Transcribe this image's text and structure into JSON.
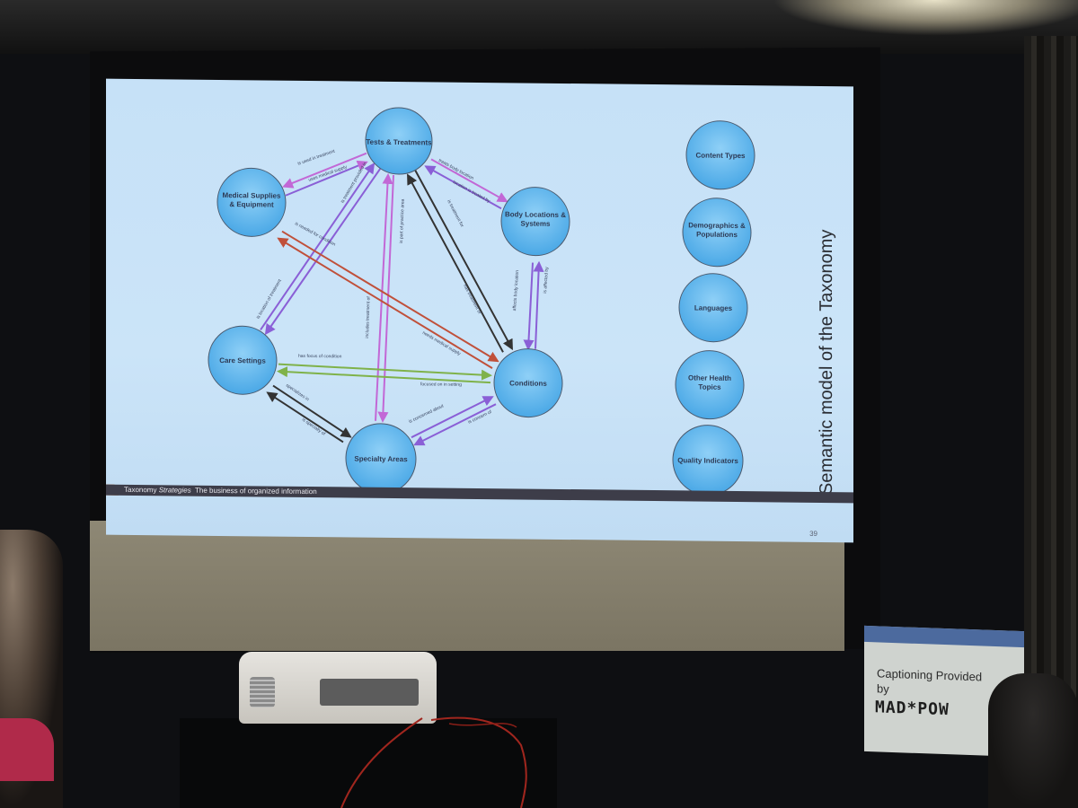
{
  "slide": {
    "title": "Semantic model of the Taxonomy",
    "footer_brand": "Taxonomy",
    "footer_brand_italic": "Strategies",
    "footer_tagline": "The business of organized information",
    "page_number": "39",
    "graph_nodes": [
      "Tests & Treatments",
      "Medical Supplies & Equipment",
      "Body Locations & Systems",
      "Care Settings",
      "Conditions",
      "Specialty Areas"
    ],
    "side_nodes": [
      "Content Types",
      "Demographics & Populations",
      "Languages",
      "Other Health Topics",
      "Quality Indicators"
    ],
    "edge_labels": [
      "is used in treatment",
      "uses medical supply",
      "treats body location",
      "location is treated by",
      "is needed for condition",
      "is treatment provided in",
      "is part of practice area",
      "is treatment for",
      "has treatment of",
      "is location of treatment",
      "includes treatment of",
      "needs medical supply",
      "affects body location",
      "is affected by",
      "has focus of condition",
      "focused on in setting",
      "specializes in",
      "is specialty of",
      "is concerned about",
      "is concern of"
    ]
  },
  "room": {
    "caption_sign_line1": "Captioning Provided",
    "caption_sign_line2": "by",
    "caption_sign_logo": "MAD*POW"
  }
}
